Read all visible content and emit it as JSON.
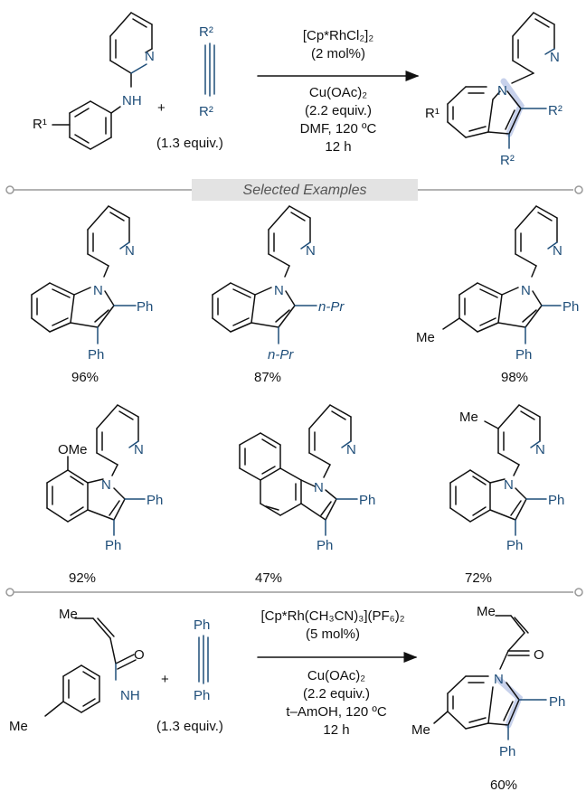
{
  "reaction1": {
    "reagent_top": "[Cp*RhCl₂]₂",
    "reagent_top_amount": "(2 mol%)",
    "oxidant": "Cu(OAc)₂",
    "oxidant_amount": "(2.2 equiv.)",
    "conditions": "DMF, 120 ºC",
    "time": "12 h",
    "alkyne_amount": "(1.3 equiv.)",
    "plus": "+"
  },
  "section_title": "Selected Examples",
  "examples": [
    {
      "yield": "96%",
      "substituent": "Ph"
    },
    {
      "yield": "87%",
      "substituent": "n-Pr"
    },
    {
      "yield": "98%",
      "substituent": "Ph",
      "ring_group": "Me"
    },
    {
      "yield": "92%",
      "substituent": "Ph",
      "ring_group": "OMe"
    },
    {
      "yield": "47%",
      "substituent": "Ph"
    },
    {
      "yield": "72%",
      "substituent": "Ph",
      "ring_group": "Me"
    }
  ],
  "reaction2": {
    "catalyst": "[Cp*Rh(CH₃CN)₃](PF₆)₂",
    "catalyst_amount": "(5 mol%)",
    "oxidant": "Cu(OAc)₂",
    "oxidant_amount": "(2.2 equiv.)",
    "conditions": "t–AmOH, 120 ºC",
    "time": "12 h",
    "alkyne_amount": "(1.3 equiv.)",
    "alkyne_group": "Ph",
    "methyl": "Me",
    "yield": "60%",
    "plus": "+"
  },
  "atoms": {
    "N": "N",
    "NH": "NH",
    "O": "O",
    "R1": "R¹",
    "R2": "R²"
  },
  "colors": {
    "accent": "#1f4e79",
    "highlight": "#b9c6e6",
    "divider": "#9a9a9a",
    "banner": "#e3e3e3"
  }
}
